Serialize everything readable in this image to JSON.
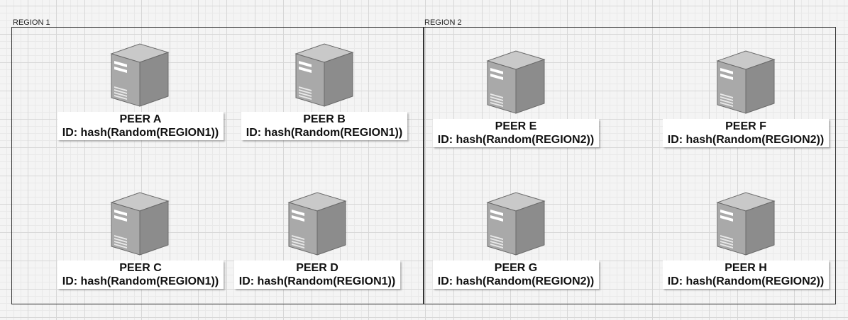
{
  "regions": [
    {
      "label": "REGION 1"
    },
    {
      "label": "REGION 2"
    }
  ],
  "peers": [
    {
      "name": "PEER A",
      "id": "ID: hash(Random(REGION1))",
      "icon": "server-tower-icon"
    },
    {
      "name": "PEER B",
      "id": "ID: hash(Random(REGION1))",
      "icon": "server-tower-icon"
    },
    {
      "name": "PEER C",
      "id": "ID: hash(Random(REGION1))",
      "icon": "server-tower-icon"
    },
    {
      "name": "PEER D",
      "id": "ID: hash(Random(REGION1))",
      "icon": "server-tower-icon"
    },
    {
      "name": "PEER E",
      "id": "ID: hash(Random(REGION2))",
      "icon": "server-tower-icon"
    },
    {
      "name": "PEER F",
      "id": "ID: hash(Random(REGION2))",
      "icon": "server-tower-icon"
    },
    {
      "name": "PEER G",
      "id": "ID: hash(Random(REGION2))",
      "icon": "server-tower-icon"
    },
    {
      "name": "PEER H",
      "id": "ID: hash(Random(REGION2))",
      "icon": "server-tower-icon"
    }
  ],
  "colors": {
    "server_front": "#a6a6a6",
    "server_side": "#8a8a8a",
    "server_top": "#c8c8c8",
    "region_border": "#333333",
    "canvas_background": "#f4f4f4"
  }
}
